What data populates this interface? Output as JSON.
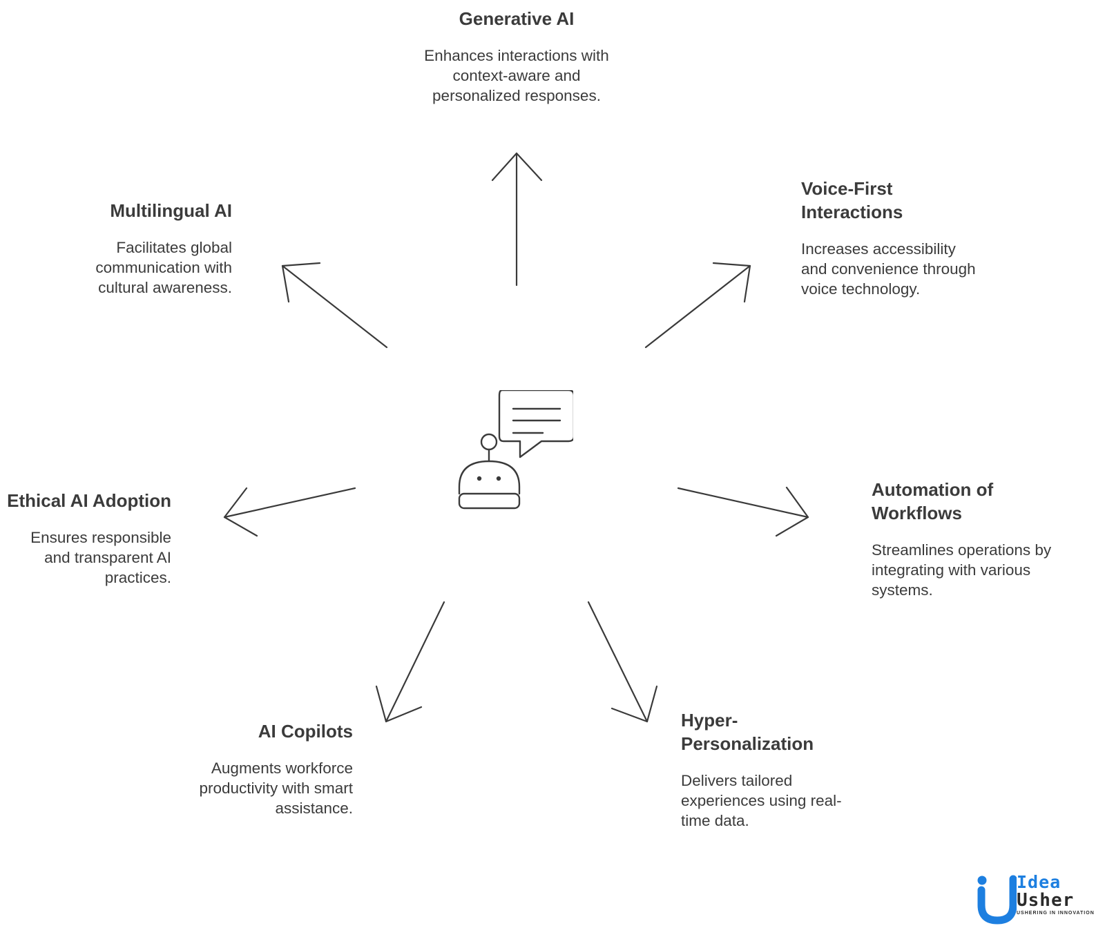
{
  "nodes": [
    {
      "id": "generative-ai",
      "title": "Generative AI",
      "description": "Enhances interactions with context-aware and personalized responses."
    },
    {
      "id": "voice-first",
      "title": "Voice-First Interactions",
      "description": "Increases accessibility and convenience through voice technology."
    },
    {
      "id": "automation",
      "title": "Automation of Workflows",
      "description": "Streamlines operations by integrating with various systems."
    },
    {
      "id": "hyper-personalization",
      "title": "Hyper-Personalization",
      "description": "Delivers tailored experiences using real-time data."
    },
    {
      "id": "ai-copilots",
      "title": "AI Copilots",
      "description": "Augments workforce productivity with smart assistance."
    },
    {
      "id": "ethical-ai",
      "title": "Ethical AI Adoption",
      "description": "Ensures responsible and transparent AI practices."
    },
    {
      "id": "multilingual-ai",
      "title": "Multilingual AI",
      "description": "Facilitates global communication with cultural awareness."
    }
  ],
  "center": {
    "icon": "chatbot-robot-icon"
  },
  "logo": {
    "line1": "Idea",
    "line2": "Usher",
    "tagline": "USHERING IN INNOVATION",
    "accent_color": "#1d7fe0"
  },
  "colors": {
    "ink": "#3a3a3a",
    "background": "#ffffff"
  }
}
